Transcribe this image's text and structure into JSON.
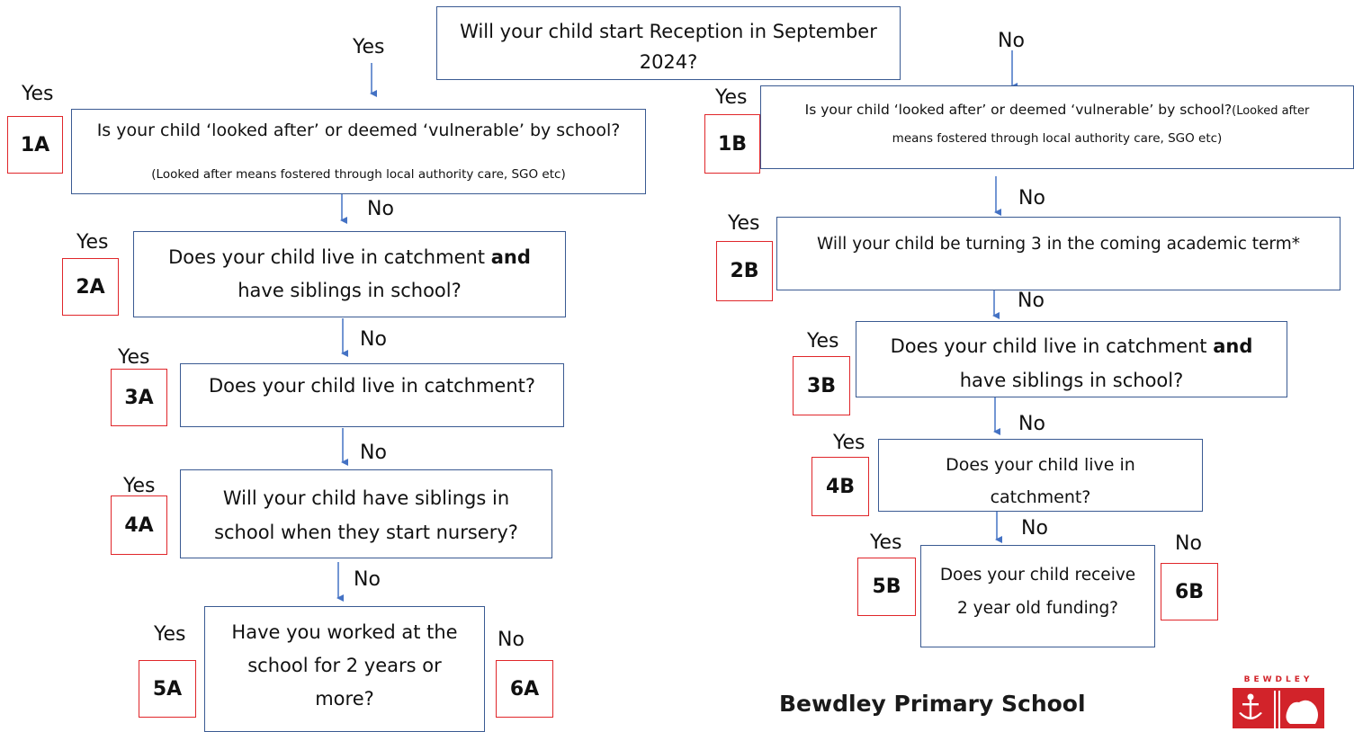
{
  "start": {
    "line1": "Will your child start Reception in September",
    "line2": "2024?",
    "yes": "Yes",
    "no": "No"
  },
  "left": {
    "q1": {
      "code": "1A",
      "yes": "Yes",
      "text": "Is your child ‘looked after’ or deemed ‘vulnerable’ by school?",
      "note": "(Looked after means fostered through local authority care, SGO etc)",
      "no": "No"
    },
    "q2": {
      "code": "2A",
      "yes": "Yes",
      "line1a": "Does your child live in catchment ",
      "line1b": "and",
      "line2": "have siblings in school?",
      "no": "No"
    },
    "q3": {
      "code": "3A",
      "yes": "Yes",
      "text": "Does your child live in catchment?",
      "no": "No"
    },
    "q4": {
      "code": "4A",
      "yes": "Yes",
      "line1": "Will your child have siblings in",
      "line2": "school when they start nursery?",
      "no": "No"
    },
    "q5": {
      "code": "5A",
      "yes": "Yes",
      "line1": "Have you worked at the",
      "line2": "school for 2 years or",
      "line3": "more?",
      "no": "No"
    },
    "end": {
      "code": "6A"
    }
  },
  "right": {
    "q1": {
      "code": "1B",
      "yes": "Yes",
      "text": "Is your child ‘looked after’ or deemed ‘vulnerable’ by school?",
      "note_inline": "(Looked after",
      "note2": "means fostered through local authority care, SGO etc)",
      "no": "No"
    },
    "q2": {
      "code": "2B",
      "yes": "Yes",
      "text": "Will your child be turning 3 in the coming academic term*",
      "no": "No"
    },
    "q3": {
      "code": "3B",
      "yes": "Yes",
      "line1a": "Does your child live in catchment ",
      "line1b": "and",
      "line2": "have siblings in school?",
      "no": "No"
    },
    "q4": {
      "code": "4B",
      "yes": "Yes",
      "line1": "Does your child live in",
      "line2": "catchment?",
      "no": "No"
    },
    "q5": {
      "code": "5B",
      "yes": "Yes",
      "line1": "Does your child receive",
      "line2": "2 year old funding?",
      "no": "No"
    },
    "end": {
      "code": "6B"
    }
  },
  "footer": {
    "school_name": "Bewdley Primary School",
    "logo_text": "BEWDLEY"
  },
  "colors": {
    "question_border": "#3a5a92",
    "code_border": "#e0262a",
    "arrow": "#4472c4"
  }
}
